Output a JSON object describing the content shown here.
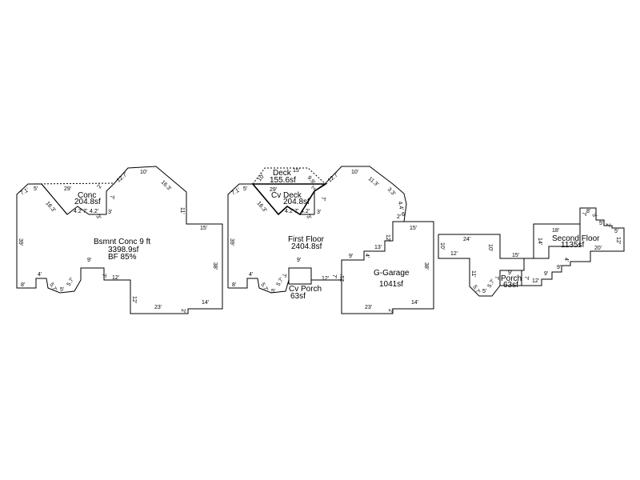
{
  "basement": {
    "conc_name": "Conc",
    "conc_area": "204.8sf",
    "name": "Bsmnt Conc 9 ft",
    "area": "3398.9sf",
    "finish": "BF 85%",
    "dims": {
      "d1": "7.1'",
      "d2": "5'",
      "d3": "29'",
      "d4": "2'",
      "d5": "12.7'",
      "d6": "10'",
      "d7": "16.3'",
      "d8": "11'",
      "d9": "15'",
      "d10": "38'",
      "d11": "14'",
      "d12": "2'",
      "d13": "23'",
      "d14": "12'",
      "d15": "12'",
      "d16": "7'",
      "d17": "9'",
      "d18": "4'",
      "d19": "8'",
      "d20": "5.7'",
      "d21": "5'",
      "d22": "5.7'",
      "d23": "39'",
      "d24": "16.3'",
      "d25": "4.2'",
      "d26": "7'",
      "d27": "4.2'",
      "d28": "3'",
      "d29": "7'",
      "d30": "3'"
    }
  },
  "first_floor": {
    "deck_name": "Deck",
    "deck_area": "155.6sf",
    "cv_deck_name": "Cv Deck",
    "cv_deck_area": "204.8sf",
    "name": "First Floor",
    "area": "2404.8sf",
    "porch_name": "Cv Porch",
    "porch_area": "63sf",
    "garage_name": "G-Garage",
    "garage_area": "1041sf",
    "dims": {
      "d1": "7.1'",
      "d2": "5'",
      "d3": "10'",
      "d4": "15'",
      "d5": "9.9'",
      "d6": "29'",
      "d7": "2'",
      "d8": "12.7'",
      "d9": "10'",
      "d10": "11.3'",
      "d11": "3.3'",
      "d12": "4.4'",
      "d13": "2'",
      "d14": "15'",
      "d15": "12'",
      "d16": "13'",
      "d17": "4'",
      "d18": "9'",
      "d19": "38'",
      "d20": "21'",
      "d21": "23'",
      "d22": "14'",
      "d23": "2'",
      "d24": "12'",
      "d25": "9'",
      "d26": "7'",
      "d27": "7'",
      "d28": "4'",
      "d29": "8'",
      "d30": "5.7'",
      "d31": "5'",
      "d32": "5.7'",
      "d33": "39'",
      "d34": "16.3'",
      "d35": "4.2'",
      "d36": "7'",
      "d37": "4.2'",
      "d38": "3'",
      "d39": "7'",
      "d40": "3'",
      "d41": "6"
    }
  },
  "second_floor": {
    "name": "Second Floor",
    "area": "1135sf",
    "porch_name": "Porch",
    "porch_area": "63sf",
    "dims": {
      "d1": "10'",
      "d2": "24'",
      "d3": "12'",
      "d4": "10'",
      "d5": "15'",
      "d6": "11'",
      "d7": "5.7'",
      "d8": "5'",
      "d9": "5.7'",
      "d10": "7'",
      "d11": "9'",
      "d12": "7'",
      "d13": "12'",
      "d14": "9'",
      "d15": "9'",
      "d16": "4'",
      "d17": "20'",
      "d18": "14'",
      "d19": "18'",
      "d20": "7'",
      "d21": "8'",
      "d22": "3'",
      "d23": "5'",
      "d24": "2'",
      "d25": "5'",
      "d26": "12'"
    }
  }
}
